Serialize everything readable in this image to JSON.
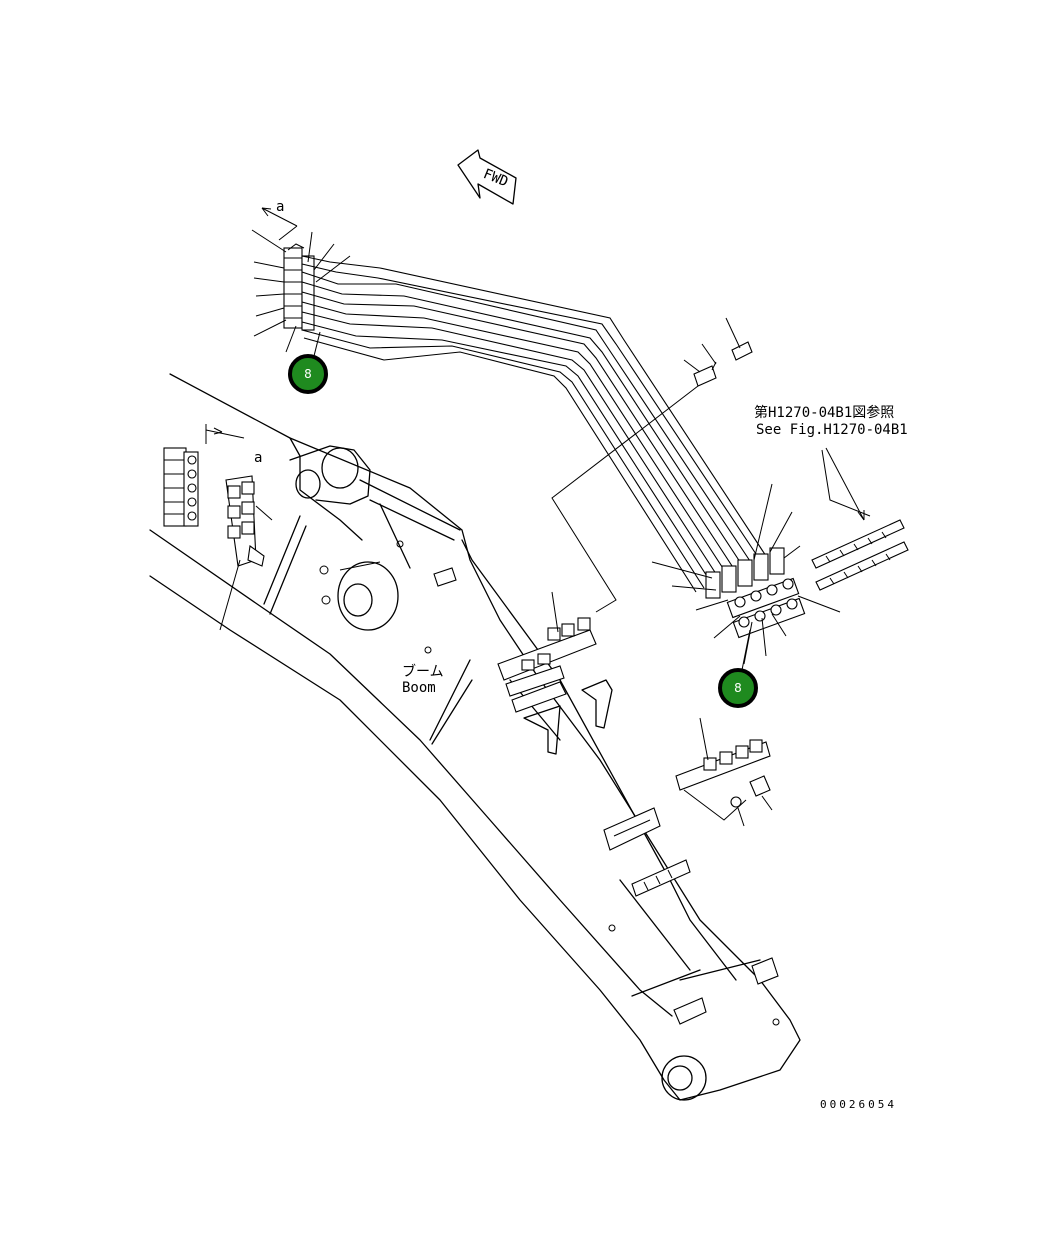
{
  "labels": {
    "fwd": "FWD",
    "view_a_top": "a",
    "view_a_left": "a",
    "boom_jp": "ブーム",
    "boom_en": "Boom",
    "ref_jp": "第H1270-04B1図参照",
    "ref_en": "See Fig.H1270-04B1",
    "drawing_number": "00026054"
  },
  "callouts": [
    {
      "number": "8"
    },
    {
      "number": "8"
    }
  ],
  "colors": {
    "callout_fill": "#1f8a1f",
    "line": "#000000"
  }
}
